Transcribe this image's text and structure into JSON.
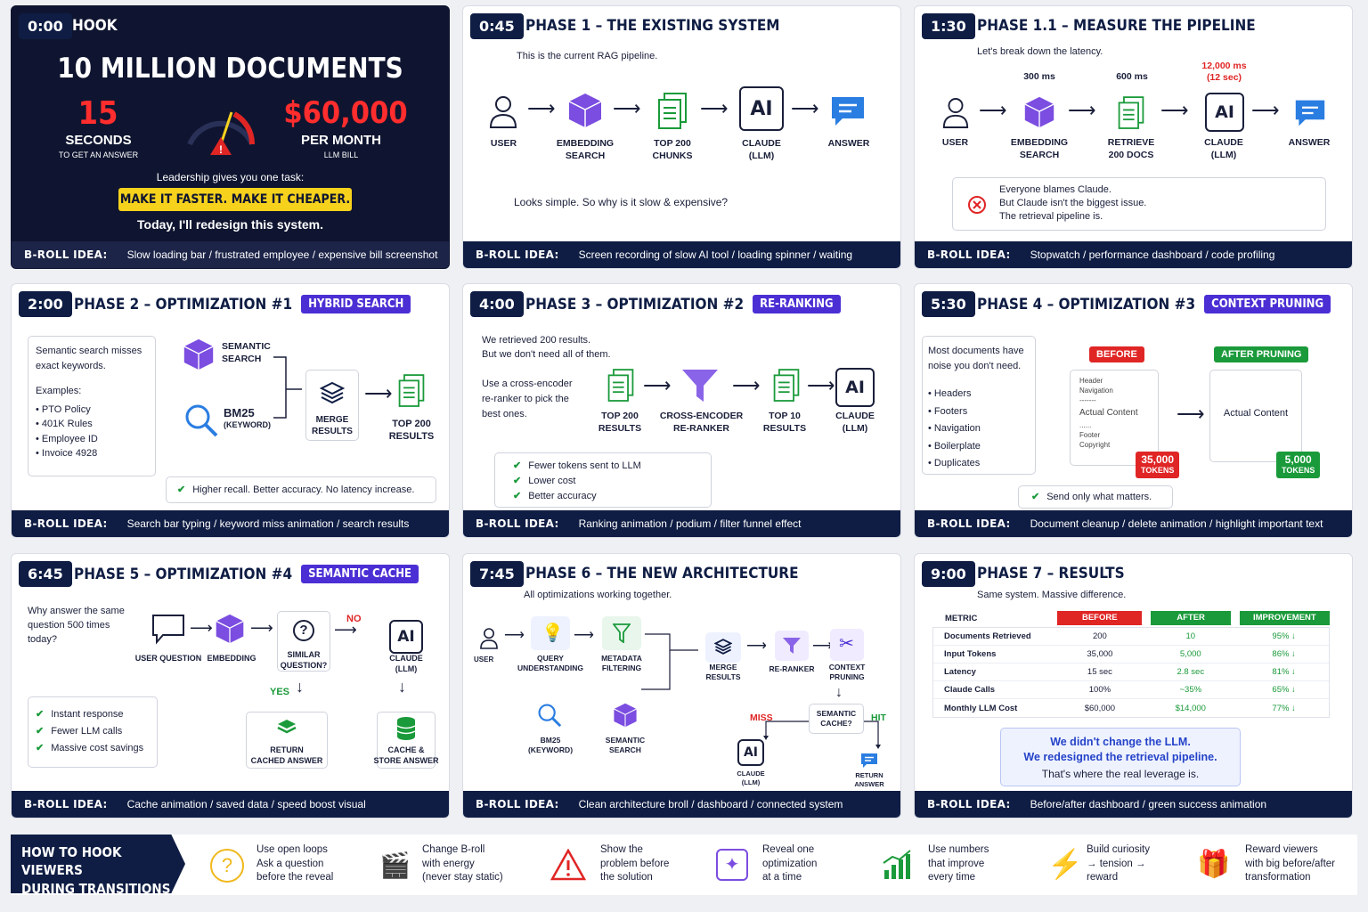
{
  "hook": {
    "ts": "0:00",
    "title": "HOOK",
    "headline": "10 MILLION DOCUMENTS",
    "num1": "15",
    "lab1": "SECONDS",
    "sub1": "TO GET AN ANSWER",
    "num2": "$60,000",
    "lab2": "PER MONTH",
    "sub2": "LLM BILL",
    "task": "Leadership gives you one task:",
    "banner": "MAKE IT FASTER. MAKE IT CHEAPER.",
    "redesign": "Today, I'll redesign this system.",
    "broll": "Slow loading bar / frustrated employee / expensive bill screenshot"
  },
  "p1": {
    "ts": "0:45",
    "title": "PHASE 1 – THE EXISTING SYSTEM",
    "sub": "This is the current RAG pipeline.",
    "nodes": [
      "USER",
      "EMBEDDING\nSEARCH",
      "TOP 200\nCHUNKS",
      "CLAUDE\n(LLM)",
      "ANSWER"
    ],
    "ai": "AI",
    "note": "Looks simple. So why is it slow & expensive?",
    "broll": "Screen recording of slow AI tool / loading spinner / waiting"
  },
  "p11": {
    "ts": "1:30",
    "title": "PHASE 1.1 – MEASURE THE PIPELINE",
    "sub": "Let's break down the latency.",
    "t1": "300 ms",
    "t2": "600 ms",
    "t3": "12,000 ms",
    "t3b": "(12 sec)",
    "nodes": [
      "USER",
      "EMBEDDING\nSEARCH",
      "RETRIEVE\n200 DOCS",
      "CLAUDE\n(LLM)",
      "ANSWER"
    ],
    "ai": "AI",
    "note1": "Everyone blames Claude.",
    "note2": "But Claude isn't the biggest issue.",
    "note3": "The retrieval pipeline is.",
    "broll": "Stopwatch / performance dashboard / code profiling"
  },
  "p2": {
    "ts": "2:00",
    "title": "PHASE 2 – OPTIMIZATION #1",
    "badge": "HYBRID SEARCH",
    "box1": "Semantic search misses exact keywords.",
    "ex": "Examples:",
    "items": [
      "PTO Policy",
      "401K Rules",
      "Employee ID",
      "Invoice 4928"
    ],
    "sem": "SEMANTIC\nSEARCH",
    "bm": "BM25",
    "bmk": "(KEYWORD)",
    "merge": "MERGE\nRESULTS",
    "top": "TOP 200\nRESULTS",
    "check": "Higher recall. Better accuracy. No latency increase.",
    "broll": "Search bar typing / keyword miss animation / search results"
  },
  "p3": {
    "ts": "4:00",
    "title": "PHASE 3 – OPTIMIZATION #2",
    "badge": "RE-RANKING",
    "l1": "We retrieved 200 results.",
    "l2": "But we don't need all of them.",
    "l3": "Use a cross-encoder\nre-ranker to pick the\nbest ones.",
    "nodes": [
      "TOP 200\nRESULTS",
      "CROSS-ENCODER\nRE-RANKER",
      "TOP 10\nRESULTS",
      "CLAUDE\n(LLM)"
    ],
    "ai": "AI",
    "checks": [
      "Fewer tokens sent to LLM",
      "Lower cost",
      "Better accuracy"
    ],
    "broll": "Ranking animation / podium / filter funnel effect"
  },
  "p4": {
    "ts": "5:30",
    "title": "PHASE 4 – OPTIMIZATION #3",
    "badge": "CONTEXT PRUNING",
    "box1": "Most documents have noise you don't need.",
    "items": [
      "Headers",
      "Footers",
      "Navigation",
      "Boilerplate",
      "Duplicates"
    ],
    "before": "BEFORE",
    "after": "AFTER PRUNING",
    "doc": [
      "Header",
      "Navigation",
      "-------",
      "Actual Content",
      "......",
      "Footer",
      "Copyright"
    ],
    "tok1": "35,000",
    "tok2": "5,000",
    "tokl": "TOKENS",
    "actual": "Actual Content",
    "check": "Send only what matters.",
    "broll": "Document cleanup / delete animation / highlight important text"
  },
  "p5": {
    "ts": "6:45",
    "title": "PHASE 5 – OPTIMIZATION #4",
    "badge": "SEMANTIC CACHE",
    "q": "Why answer the same question 500 times today?",
    "uq": "USER QUESTION",
    "emb": "EMBEDDING",
    "sim": "SIMILAR\nQUESTION?",
    "no": "NO",
    "yes": "YES",
    "claude": "CLAUDE\n(LLM)",
    "ai": "AI",
    "ret": "RETURN\nCACHED ANSWER",
    "cache": "CACHE &\nSTORE ANSWER",
    "checks": [
      "Instant response",
      "Fewer LLM calls",
      "Massive cost savings"
    ],
    "broll": "Cache animation / saved data / speed boost visual"
  },
  "p6": {
    "ts": "7:45",
    "title": "PHASE 6 – THE NEW ARCHITECTURE",
    "sub": "All optimizations working together.",
    "user": "USER",
    "qu": "QUERY\nUNDERSTANDING",
    "mf": "METADATA\nFILTERING",
    "mr": "MERGE\nRESULTS",
    "rr": "RE-RANKER",
    "cp": "CONTEXT\nPRUNING",
    "bm": "BM25\n(KEYWORD)",
    "ss": "SEMANTIC\nSEARCH",
    "sc": "SEMANTIC\nCACHE?",
    "miss": "MISS",
    "hit": "HIT",
    "cl": "CLAUDE\n(LLM)",
    "ai": "AI",
    "ra": "RETURN\nANSWER",
    "broll": "Clean architecture broll / dashboard / connected system"
  },
  "p7": {
    "ts": "9:00",
    "title": "PHASE 7 – RESULTS",
    "sub": "Same system. Massive difference.",
    "headers": [
      "METRIC",
      "BEFORE",
      "AFTER",
      "IMPROVEMENT"
    ],
    "rows": [
      [
        "Documents Retrieved",
        "200",
        "10",
        "95% ↓"
      ],
      [
        "Input Tokens",
        "35,000",
        "5,000",
        "86% ↓"
      ],
      [
        "Latency",
        "15 sec",
        "2.8 sec",
        "81% ↓"
      ],
      [
        "Claude Calls",
        "100%",
        "~35%",
        "65% ↓"
      ],
      [
        "Monthly LLM Cost",
        "$60,000",
        "$14,000",
        "77% ↓"
      ]
    ],
    "m1": "We didn't change the LLM.",
    "m2": "We redesigned the retrieval pipeline.",
    "m3": "That's where the real leverage is.",
    "broll": "Before/after dashboard / green success animation"
  },
  "bottom": {
    "title": "HOW TO HOOK VIEWERS\nDURING TRANSITIONS",
    "tips": [
      "Use open loops\nAsk a question\nbefore the reveal",
      "Change B-roll\nwith energy\n(never stay static)",
      "Show the\nproblem before\nthe solution",
      "Reveal one\noptimization\nat a time",
      "Use numbers\nthat improve\nevery time",
      "Build curiosity\n→ tension →\nreward",
      "Reward viewers\nwith big before/after\ntransformation"
    ]
  },
  "common": {
    "broll_label": "B-ROLL IDEA:"
  },
  "colors": {
    "navy": "#0f1d44",
    "purple": "#4b2fd4",
    "red": "#e02525",
    "green": "#1a9a3a",
    "yellow": "#f7d21d"
  }
}
